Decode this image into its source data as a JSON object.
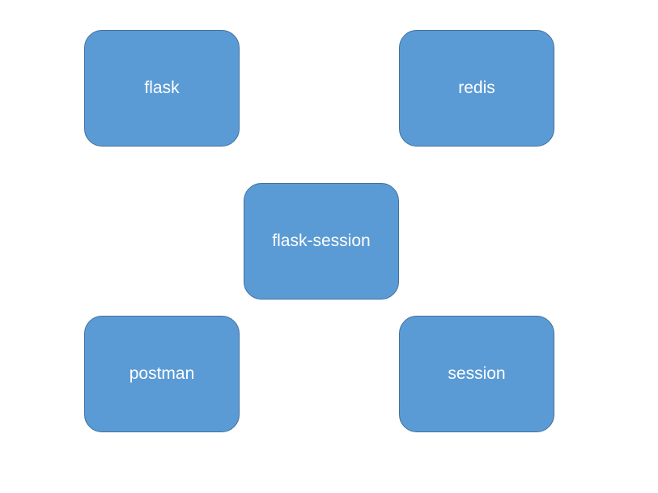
{
  "diagram": {
    "nodes": [
      {
        "id": "flask",
        "label": "flask"
      },
      {
        "id": "redis",
        "label": "redis"
      },
      {
        "id": "flask-session",
        "label": "flask-session"
      },
      {
        "id": "postman",
        "label": "postman"
      },
      {
        "id": "session",
        "label": "session"
      }
    ],
    "colors": {
      "node_fill": "#5b9bd5",
      "node_border": "#41719c",
      "node_text": "#ffffff",
      "background": "#ffffff"
    }
  }
}
